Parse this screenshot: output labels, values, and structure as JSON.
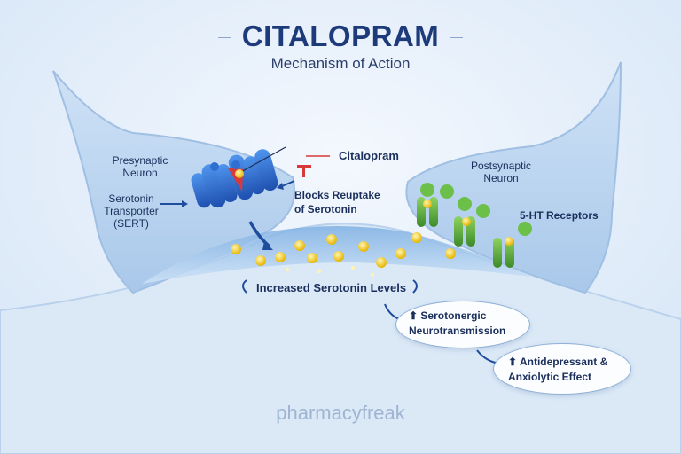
{
  "title": "CITALOPRAM",
  "subtitle": "Mechanism of Action",
  "labels": {
    "presynaptic": "Presynaptic Neuron",
    "sert": "Serotonin Transporter (SERT)",
    "citalopram": "Citalopram",
    "blocks": "Blocks Reuptake of Serotonin",
    "postsynaptic": "Postsynaptic Neuron",
    "receptors": "5-HT Receptors",
    "increased": "Increased Serotonin Levels"
  },
  "effects": [
    {
      "text": "Serotonergic Neurotransmission"
    },
    {
      "text": "Antidepressant & Anxiolytic Effect"
    }
  ],
  "brand": "pharmacyfreak",
  "colors": {
    "title": "#1d3b7a",
    "serotonin": "#f2c418",
    "transporter": "#2f6fd1",
    "receptor": "#5aae3a",
    "blocker": "#d83a3a",
    "arrow": "#1d4d9b"
  }
}
